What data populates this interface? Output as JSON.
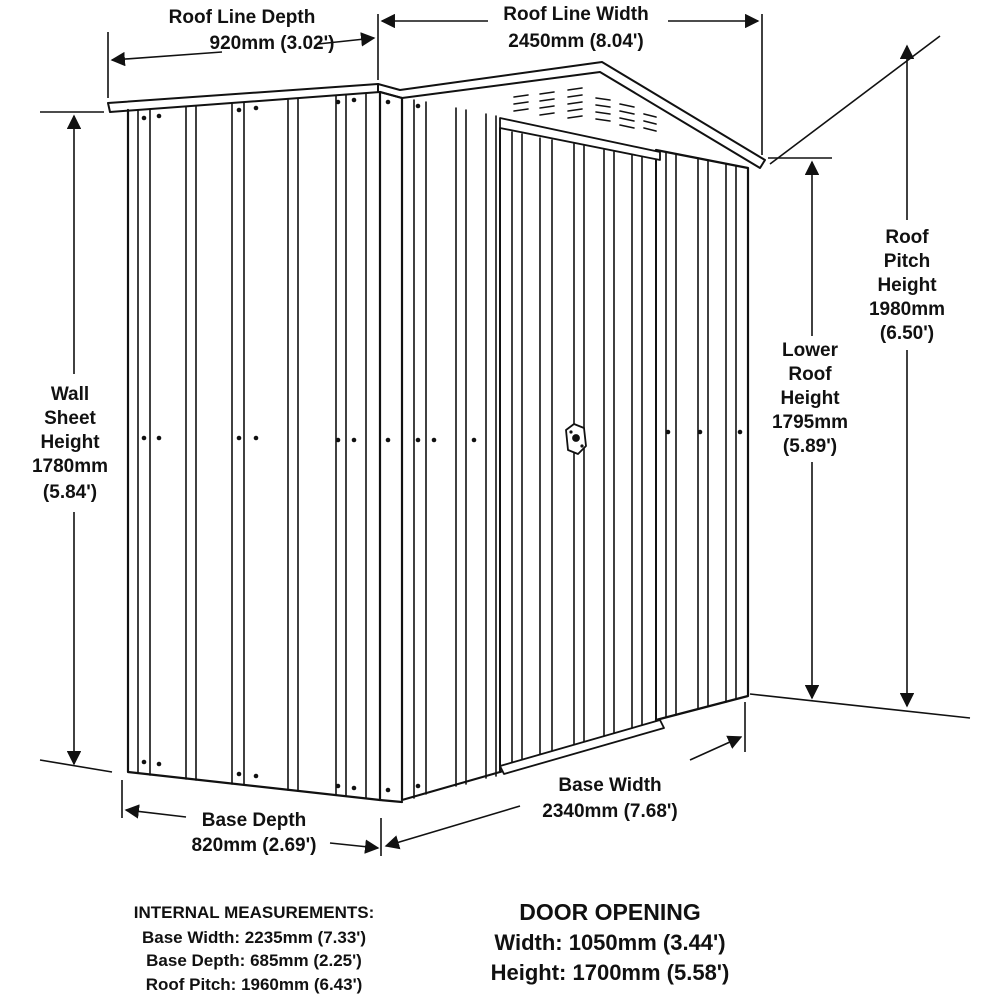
{
  "dimensions": {
    "roof_line_depth": {
      "label": "Roof Line Depth",
      "value": "920mm (3.02')"
    },
    "roof_line_width": {
      "label": "Roof Line Width",
      "value": "2450mm (8.04')"
    },
    "roof_pitch_height": {
      "lines": [
        "Roof",
        "Pitch",
        "Height",
        "1980mm",
        "(6.50')"
      ]
    },
    "lower_roof_height": {
      "lines": [
        "Lower",
        "Roof",
        "Height",
        "1795mm",
        "(5.89')"
      ]
    },
    "wall_sheet_height": {
      "lines": [
        "Wall",
        "Sheet",
        "Height",
        "1780mm",
        "(5.84')"
      ]
    },
    "base_depth": {
      "label": "Base Depth",
      "value": "820mm (2.69')"
    },
    "base_width": {
      "label": "Base Width",
      "value": "2340mm (7.68')"
    }
  },
  "internal_measurements": {
    "title": "INTERNAL MEASUREMENTS:",
    "items": [
      "Base Width: 2235mm (7.33')",
      "Base Depth: 685mm (2.25')",
      "Roof Pitch: 1960mm (6.43')"
    ]
  },
  "door_opening": {
    "title": "DOOR OPENING",
    "width": "Width: 1050mm (3.44')",
    "height": "Height: 1700mm (5.58')"
  },
  "colors": {
    "line": "#111111",
    "background": "#ffffff"
  }
}
